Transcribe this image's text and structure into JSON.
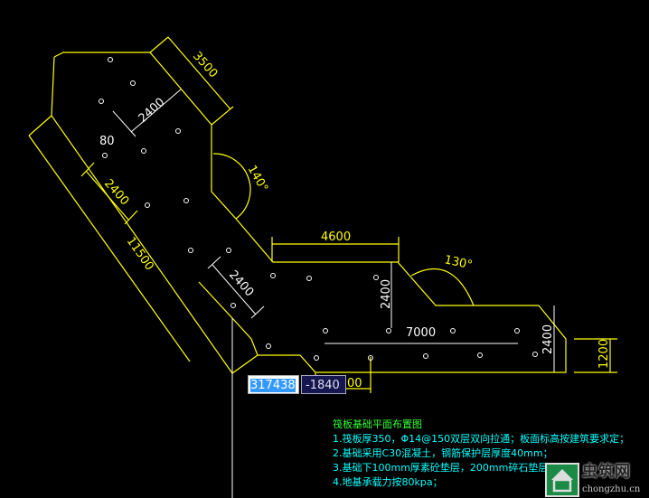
{
  "drawing": {
    "dimensions": {
      "d3500": "3500",
      "d2400_top": "2400",
      "d80": "80",
      "d2400_left": "2400",
      "d11500": "11500",
      "a140": "140°",
      "d4600": "4600",
      "d2400_mid": "2400",
      "d2400_vert": "2400",
      "a130": "130°",
      "d7000": "7000",
      "d2400_right": "2400",
      "d1200": "1200",
      "d_partial": "00"
    },
    "colors": {
      "outline": "#ffff00",
      "annotation": "#ffffff",
      "notes": "#00ffff",
      "title": "#33ff33"
    }
  },
  "coord_input": {
    "x": "317438",
    "y": "-1840"
  },
  "notes": {
    "title": "筏板基础平面布置图",
    "lines": [
      "1.筏板厚350，Φ14@150双层双向拉通；板面标高按建筑要求定；",
      "2.基础采用C30混凝土，钢筋保护层厚度40mm；",
      "3.基础下100mm厚素砼垫层，200mm碎石垫层；",
      "4.地基承载力按80kpa；"
    ]
  },
  "watermark": {
    "cn": "虫筑网",
    "en": "chongzhu.cn"
  }
}
